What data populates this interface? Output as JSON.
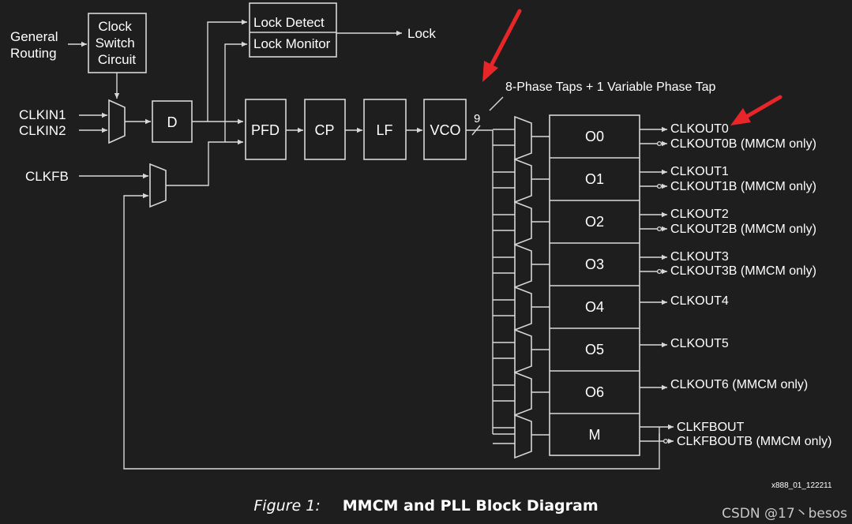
{
  "inputs": {
    "general_routing": [
      "General",
      "Routing"
    ],
    "clkin1": "CLKIN1",
    "clkin2": "CLKIN2",
    "clkfb": "CLKFB"
  },
  "blocks": {
    "clock_switch": [
      "Clock",
      "Switch",
      "Circuit"
    ],
    "d": "D",
    "pfd": "PFD",
    "cp": "CP",
    "lf": "LF",
    "vco": "VCO",
    "lock_detect": "Lock Detect",
    "lock_monitor": "Lock Monitor"
  },
  "lock_output": "Lock",
  "bus": {
    "width": "9",
    "label": "8-Phase Taps + 1 Variable Phase Tap"
  },
  "counters": [
    "O0",
    "O1",
    "O2",
    "O3",
    "O4",
    "O5",
    "O6",
    "M"
  ],
  "outputs": {
    "o0": [
      "CLKOUT0",
      "CLKOUT0B (MMCM only)"
    ],
    "o1": [
      "CLKOUT1",
      "CLKOUT1B (MMCM only)"
    ],
    "o2": [
      "CLKOUT2",
      "CLKOUT2B (MMCM only)"
    ],
    "o3": [
      "CLKOUT3",
      "CLKOUT3B (MMCM only)"
    ],
    "o4": "CLKOUT4",
    "o5": "CLKOUT5",
    "o6": "CLKOUT6 (MMCM only)",
    "m": [
      "CLKFBOUT",
      "CLKFBOUTB (MMCM only)"
    ]
  },
  "figure_id": "x888_01_122211",
  "caption": {
    "figure": "Figure 1:",
    "title": "MMCM and PLL Block Diagram"
  },
  "watermark": "CSDN @17丶besos",
  "colors": {
    "background": "#1e1e1e",
    "line": "#d8d8d8",
    "text": "#ffffff",
    "highlight_arrow": "#e8262a"
  }
}
